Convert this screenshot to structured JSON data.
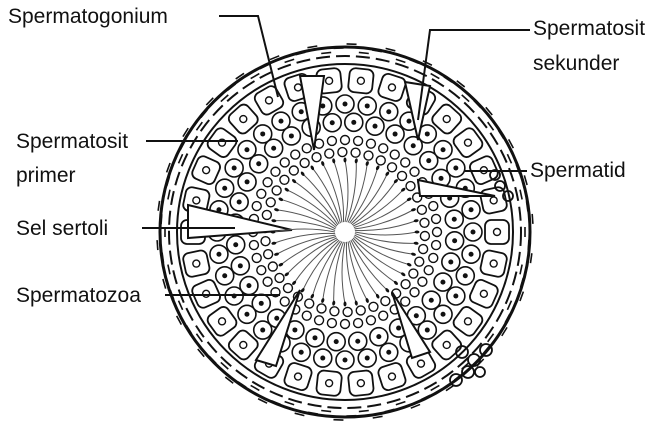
{
  "labels": {
    "spermatogonium": "Spermatogonium",
    "spermatosit_sekunder_line1": "Spermatosit",
    "spermatosit_sekunder_line2": "sekunder",
    "spermatosit_primer_line1": "Spermatosit",
    "spermatosit_primer_line2": "primer",
    "spermatid": "Spermatid",
    "sel_sertoli": "Sel sertoli",
    "spermatozoa": "Spermatozoa"
  },
  "colors": {
    "ink": "#111111",
    "background": "#ffffff"
  }
}
